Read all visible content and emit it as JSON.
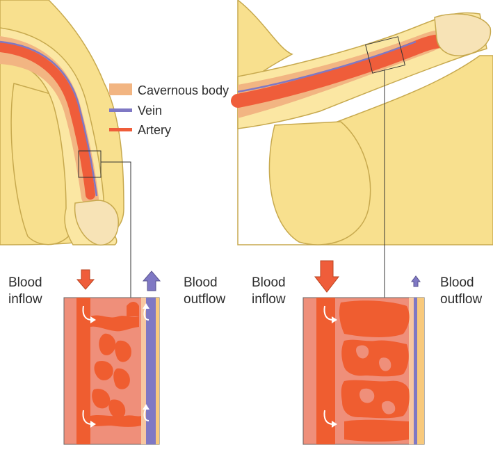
{
  "legend": {
    "items": [
      {
        "label": "Cavernous body",
        "color": "#f2b582",
        "swatch": "box"
      },
      {
        "label": "Vein",
        "color": "#7f78c4",
        "swatch": "line"
      },
      {
        "label": "Artery",
        "color": "#ef5d3a",
        "swatch": "line"
      }
    ]
  },
  "left_panel": {
    "inflow_label": [
      "Blood",
      "inflow"
    ],
    "outflow_label": [
      "Blood",
      "outflow"
    ]
  },
  "right_panel": {
    "inflow_label": [
      "Blood",
      "inflow"
    ],
    "outflow_label": [
      "Blood",
      "outflow"
    ]
  },
  "colors": {
    "skin": "#f8e08e",
    "skin_outline": "#c7a94e",
    "cavernous": "#f2b582",
    "artery": "#ef5d3a",
    "vein": "#7f78c4",
    "tissue_pink": "#ef8f7a",
    "tissue_red": "#ef5d30"
  }
}
